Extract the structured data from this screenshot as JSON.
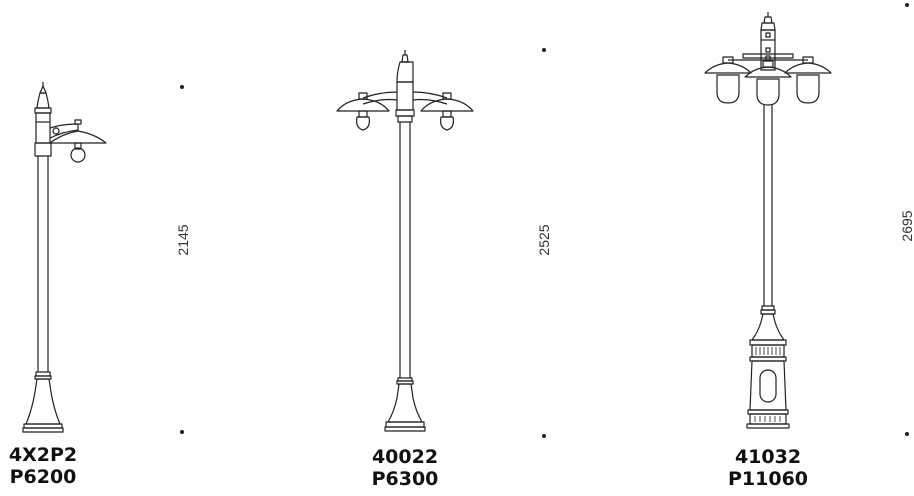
{
  "lamps": [
    {
      "code": "4X2P2",
      "model": "P6200",
      "height": "2145"
    },
    {
      "code": "40022",
      "model": "P6300",
      "height": "2525"
    },
    {
      "code": "41032",
      "model": "P11060",
      "height": "2695"
    }
  ],
  "colors": {
    "line": "#222222",
    "background": "#ffffff",
    "text": "#111111"
  }
}
